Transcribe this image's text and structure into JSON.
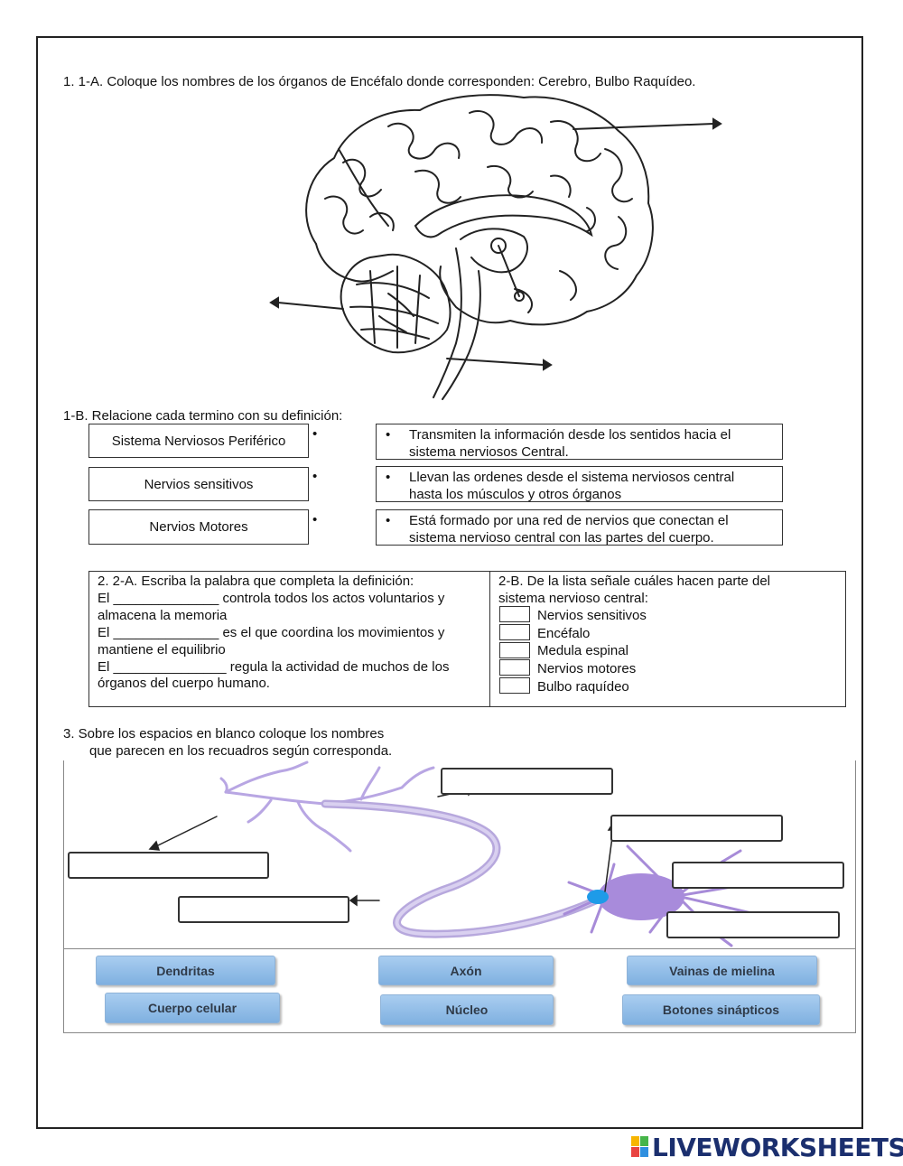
{
  "q1": {
    "title": "1.   1-A. Coloque los nombres de los órganos de Encéfalo donde corresponden: Cerebro, Bulbo Raquídeo."
  },
  "q1b": {
    "title": "1-B. Relacione cada termino con su definición:",
    "terms": [
      "Sistema Nerviosos Periférico",
      "Nervios sensitivos",
      "Nervios Motores"
    ],
    "definitions": [
      [
        "Transmiten la información desde los sentidos hacia el",
        "sistema nerviosos Central."
      ],
      [
        "Llevan las ordenes desde el sistema nerviosos central",
        "hasta los músculos y otros órganos"
      ],
      [
        "Está formado por una red de nervios que conectan el",
        "sistema nervioso central con las partes del cuerpo."
      ]
    ]
  },
  "q2a": {
    "lines": [
      "2.    2-A.  Escriba la palabra que completa la definición:",
      "El ______________ controla todos los actos voluntarios y",
      "almacena la memoria",
      "El ______________ es el que coordina los movimientos y",
      "mantiene el equilibrio",
      "El _______________ regula la actividad de muchos de los",
      "órganos del cuerpo humano."
    ]
  },
  "q2b": {
    "lines": [
      "2-B.  De la lista señale cuáles hacen parte del",
      "sistema nervioso central:"
    ],
    "options": [
      "Nervios sensitivos",
      "Encéfalo",
      "Medula espinal",
      "Nervios motores",
      "Bulbo raquídeo"
    ]
  },
  "q3": {
    "lines": [
      "3.    Sobre los espacios en blanco coloque los nombres",
      "que parecen en los recuadros según corresponda."
    ],
    "words": [
      "Dendritas",
      "Axón",
      "Vainas de mielina",
      "Cuerpo celular",
      "Núcleo",
      "Botones sinápticos"
    ]
  },
  "footer": {
    "logo_text": "LIVEWORKSHEETS"
  },
  "colors": {
    "word_tile": "#8fbbe8",
    "neuron": "#a78bd8",
    "nucleus": "#1e9be8",
    "logo": "#1b2f6e"
  }
}
